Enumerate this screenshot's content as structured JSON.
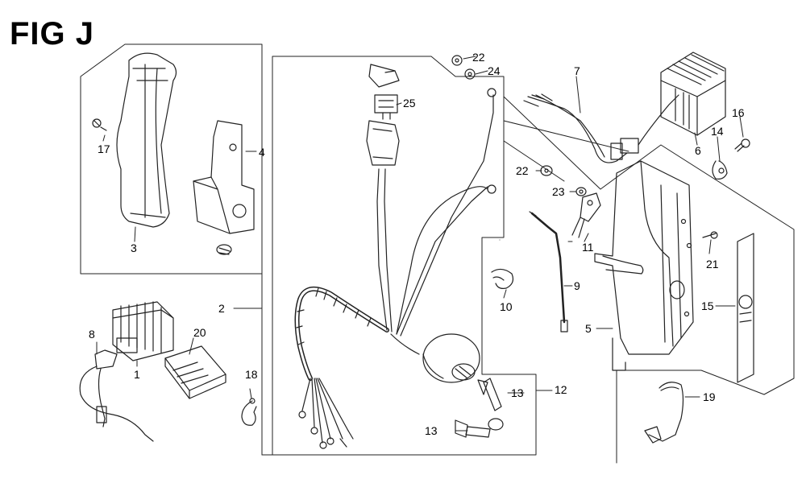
{
  "figure": {
    "title": "FIG J"
  },
  "callouts": {
    "c1": "1",
    "c2": "2",
    "c3": "3",
    "c4": "4",
    "c5": "5",
    "c6": "6",
    "c7": "7",
    "c8": "8",
    "c9": "9",
    "c10": "10",
    "c11": "11",
    "c12": "12",
    "c13a": "13",
    "c13b": "13",
    "c14": "14",
    "c15": "15",
    "c16": "16",
    "c17": "17",
    "c18": "18",
    "c19": "19",
    "c20": "20",
    "c21": "21",
    "c22a": "22",
    "c22b": "22",
    "c23": "23",
    "c24": "24",
    "c25": "25"
  },
  "colors": {
    "ink": "#000000",
    "paper": "#ffffff",
    "line_art": "#222222"
  }
}
